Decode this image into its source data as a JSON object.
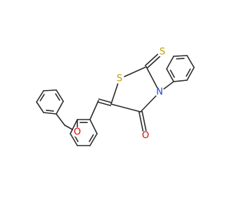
{
  "molecule": {
    "atoms": {
      "S_ring": {
        "label": "S",
        "color": "#b8a000"
      },
      "S_thione": {
        "label": "S",
        "color": "#b8a000"
      },
      "N": {
        "label": "N",
        "color": "#1f3fd1"
      },
      "O_carbonyl": {
        "label": "O",
        "color": "#e00000"
      },
      "O_ether": {
        "label": "O",
        "color": "#e00000"
      }
    }
  }
}
